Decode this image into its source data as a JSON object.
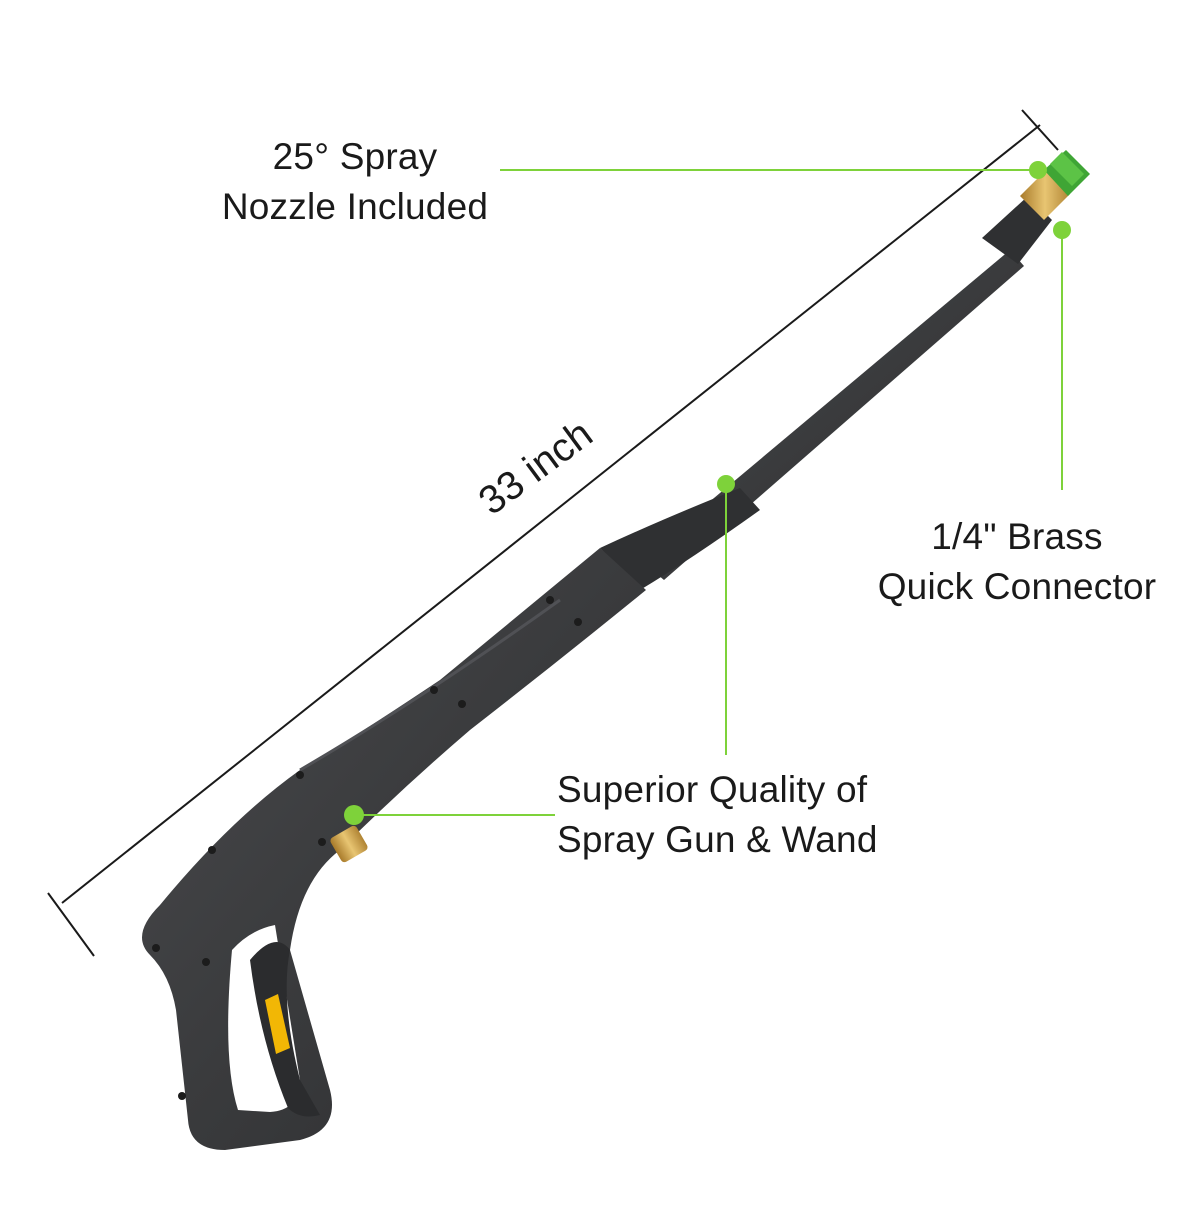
{
  "measurement": {
    "length_label": "33 inch"
  },
  "callouts": {
    "nozzle": {
      "line1": "25° Spray",
      "line2": "Nozzle Included"
    },
    "connector": {
      "line1": "1/4\" Brass",
      "line2": "Quick Connector"
    },
    "quality": {
      "line1": "Superior Quality of",
      "line2": "Spray Gun & Wand"
    }
  },
  "colors": {
    "accent": "#7ed23a",
    "gun_body": "#3a3b3d",
    "brass": "#c9a04a",
    "trigger_accent": "#f2b705",
    "text": "#1a1a1a"
  }
}
